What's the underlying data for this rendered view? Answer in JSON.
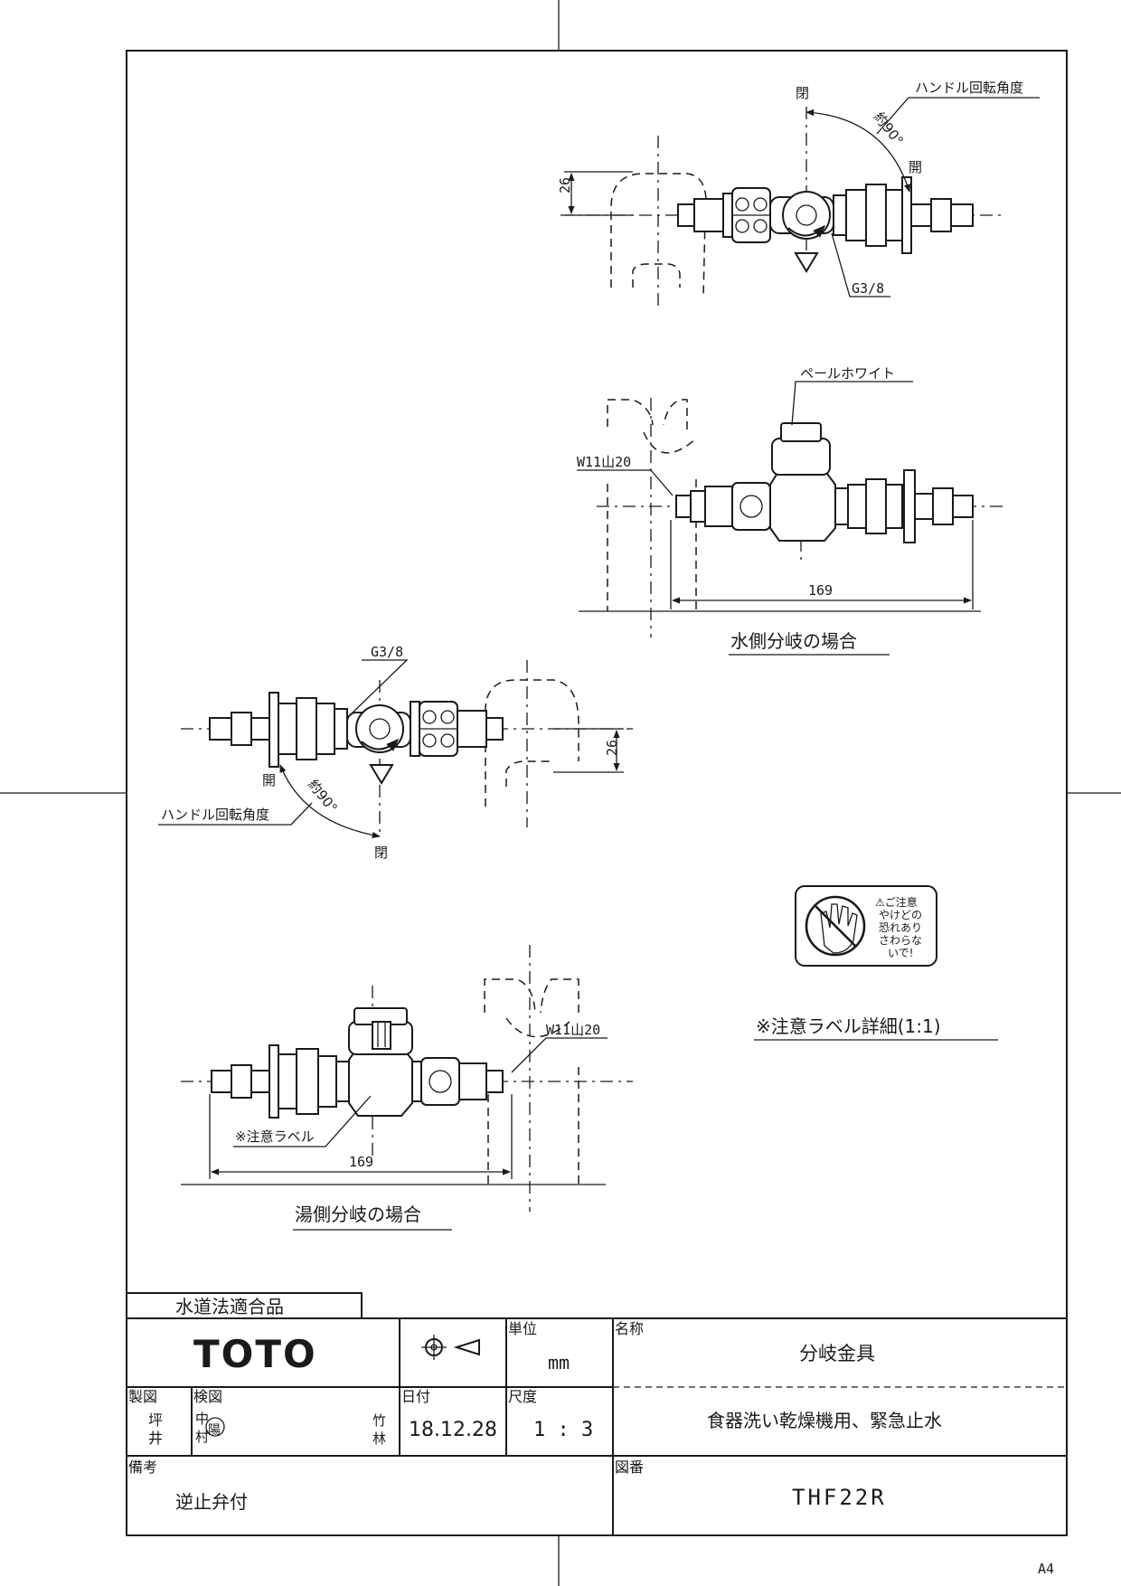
{
  "drawing": {
    "handle_angle_label": "ハンドル回転角度",
    "close_label": "閉",
    "open_label": "開",
    "angle_value": "約90°",
    "thread_g": "G3/8",
    "thread_w": "W11山20",
    "dim_26": "26",
    "dim_169": "169",
    "color_note": "ペールホワイト",
    "caution_label": "※注意ラベル",
    "water_side_caption": "水側分岐の場合",
    "hot_side_caption": "湯側分岐の場合",
    "label_detail_caption": "※注意ラベル詳細(1:1)",
    "caution_label_text": [
      "⚠ご注意",
      "やけどの",
      "恐れあり",
      "さわらな",
      "いで!"
    ]
  },
  "title_block": {
    "compliance": "水道法適合品",
    "logo": "TOTO",
    "unit_header": "単位",
    "unit_value": "mm",
    "name_header": "名称",
    "name_value": "分岐金具",
    "subname_value": "食器洗い乾燥機用、緊急止水",
    "drafted_header": "製図",
    "drafted_name": [
      "坪",
      "井"
    ],
    "checked_header": "検図",
    "checked_name1": [
      "中",
      "村"
    ],
    "checked_stamp": "陽",
    "checked_name2": [
      "竹",
      "林"
    ],
    "date_header": "日付",
    "date_value": "18.12.28",
    "scale_header": "尺度",
    "scale_value": "1 : 3",
    "remarks_header": "備考",
    "remarks_value": "逆止弁付",
    "drawing_no_header": "図番",
    "drawing_no_value": "THF22R"
  },
  "sheet_size": "A4"
}
